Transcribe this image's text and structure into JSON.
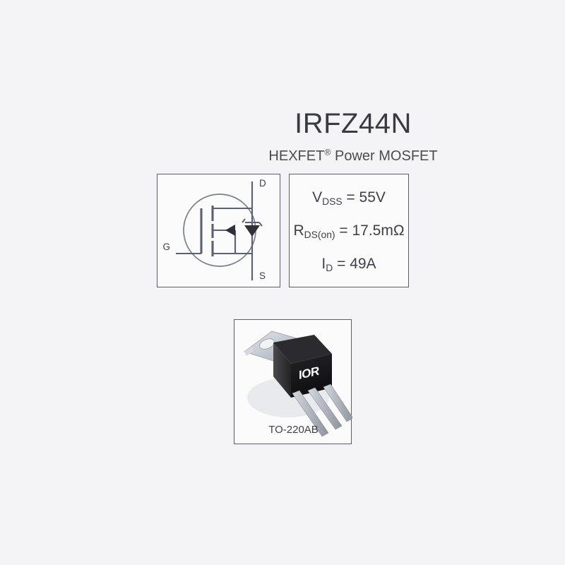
{
  "header": {
    "part_number": "IRFZ44N",
    "family_pre": "HEXFET",
    "family_mark": "®",
    "family_post": " Power MOSFET"
  },
  "symbol": {
    "type": "n-channel-mosfet-with-body-diode",
    "drain_label": "D",
    "gate_label": "G",
    "source_label": "S"
  },
  "specs": [
    {
      "name": "drain-source-breakdown-voltage",
      "symbol_main": "V",
      "symbol_sub": "DSS",
      "value": " = 55V"
    },
    {
      "name": "on-state-resistance",
      "symbol_main": "R",
      "symbol_sub": "DS(on)",
      "value": " = 17.5mΩ"
    },
    {
      "name": "continuous-drain-current",
      "symbol_main": "I",
      "symbol_sub": "D",
      "value": " = 49A"
    }
  ],
  "package": {
    "label": "TO-220AB",
    "brand_logo_text": "IOR",
    "body_color": "#1b1b1d",
    "tab_color": "#c6cad2",
    "lead_color": "#b9bec7"
  },
  "colors": {
    "background": "#f4f4f6",
    "box_border": "#5c5f6b",
    "box_fill": "#fbfbfc",
    "title_text": "#3a3a42",
    "body_text": "#3f3f47",
    "symbol_stroke": "#5c6070"
  }
}
